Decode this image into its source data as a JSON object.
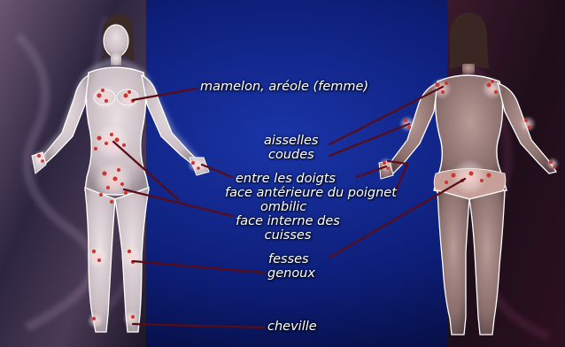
{
  "labels": {
    "nipple": "mamelon, aréole (femme)",
    "armpits": "aisselles",
    "elbows": "coudes",
    "fingers": "entre les doigts",
    "wrist": "face antérieure du poignet",
    "navel": "ombilic",
    "thighs_line1": "face interne des",
    "thighs_line2": "cuisses",
    "buttocks": "fesses",
    "knees": "genoux",
    "ankle": "cheville"
  },
  "colors": {
    "background_center": "#0d1e78",
    "background_sides": "#2a1a38",
    "body_fill": "#d8cfd2",
    "lesion": "#c8362f",
    "leader_line": "#5a0b14",
    "label_text": "#ffffff"
  }
}
